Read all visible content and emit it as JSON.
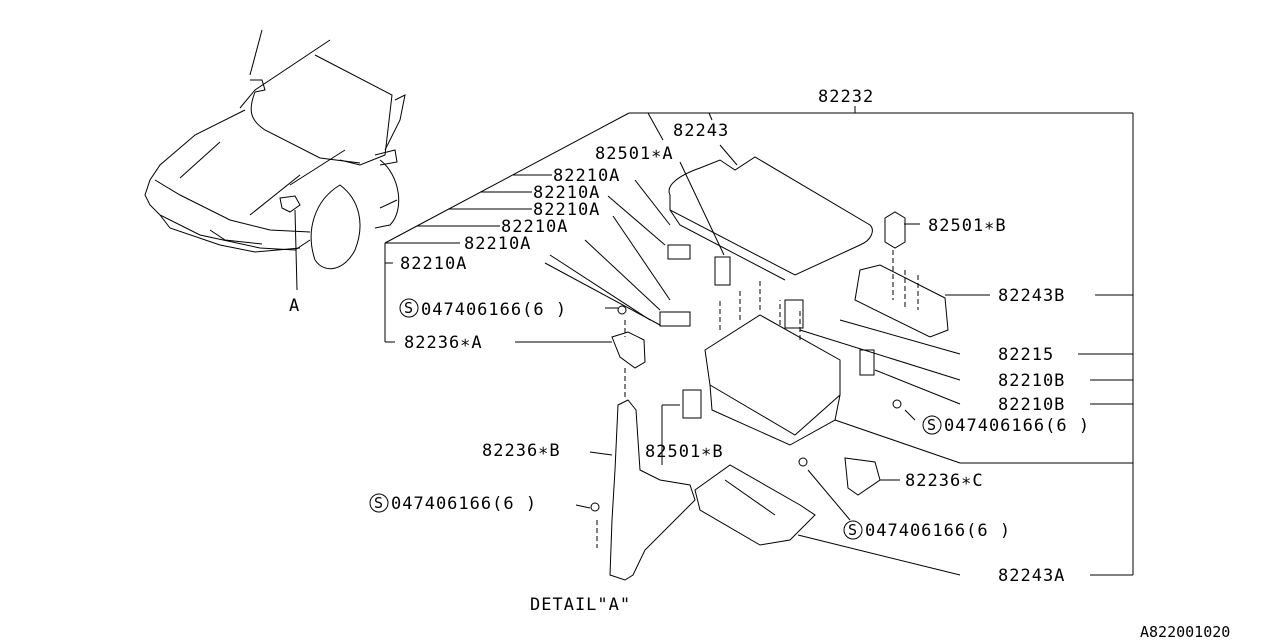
{
  "diagram": {
    "title_code": "82232",
    "drawing_id": "A822001020",
    "detail_caption": "DETAIL\"A\"",
    "detail_marker": "A",
    "standard_symbol": "S",
    "labels": {
      "cover": "82243",
      "relay_a": "82501∗A",
      "fuse_a_1": "82210A",
      "fuse_a_2": "82210A",
      "fuse_a_3": "82210A",
      "fuse_a_4": "82210A",
      "fuse_a_5": "82210A",
      "fuse_a_6": "82210A",
      "bolt_1": "047406166(6 )",
      "bracket_a": "82236∗A",
      "relay_b_top": "82501∗B",
      "cover_b": "82243B",
      "puller": "82215",
      "fuse_b_1": "82210B",
      "fuse_b_2": "82210B",
      "bolt_2": "047406166(6 )",
      "relay_b_bottom": "82501∗B",
      "bracket_b": "82236∗B",
      "bracket_c": "82236∗C",
      "bolt_3": "047406166(6 )",
      "bolt_4": "047406166(6 )",
      "cover_a": "82243A"
    }
  }
}
